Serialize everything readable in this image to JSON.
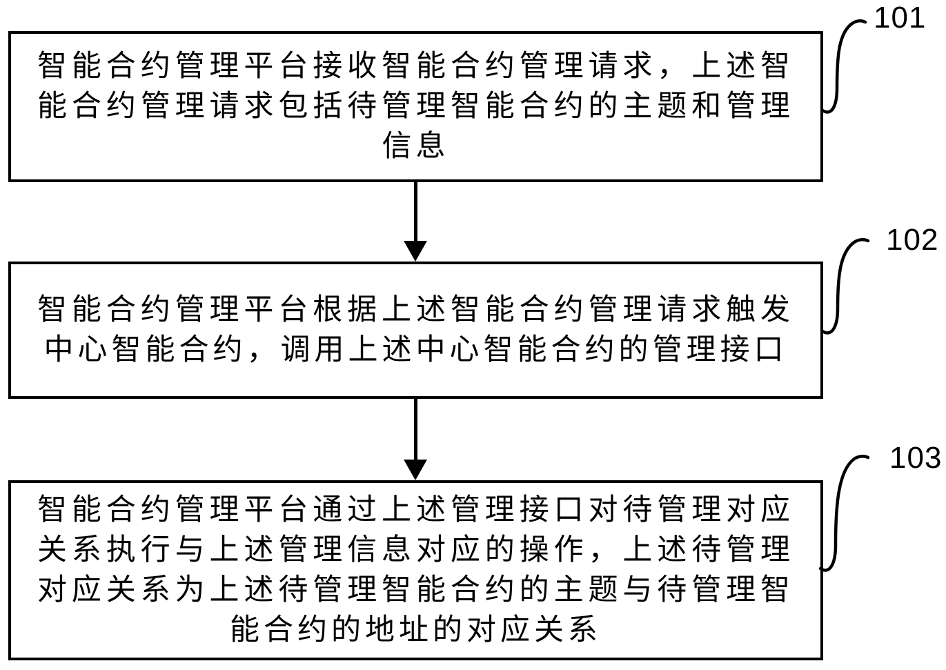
{
  "figure": {
    "type": "flowchart",
    "background_color": "#ffffff",
    "line_color": "#000000",
    "steps": [
      {
        "id": "101",
        "text": "智能合约管理平台接收智能合约管理请求，上述智能合约管理请求包括待管理智能合约的主题和管理信息"
      },
      {
        "id": "102",
        "text": "智能合约管理平台根据上述智能合约管理请求触发中心智能合约，调用上述中心智能合约的管理接口"
      },
      {
        "id": "103",
        "text": "智能合约管理平台通过上述管理接口对待管理对应关系执行与上述管理信息对应的操作，上述待管理对应关系为上述待管理智能合约的主题与待管理智能合约的地址的对应关系"
      }
    ],
    "connections": [
      {
        "from": "101",
        "to": "102",
        "style": "arrow-down"
      },
      {
        "from": "102",
        "to": "103",
        "style": "arrow-down"
      }
    ]
  }
}
